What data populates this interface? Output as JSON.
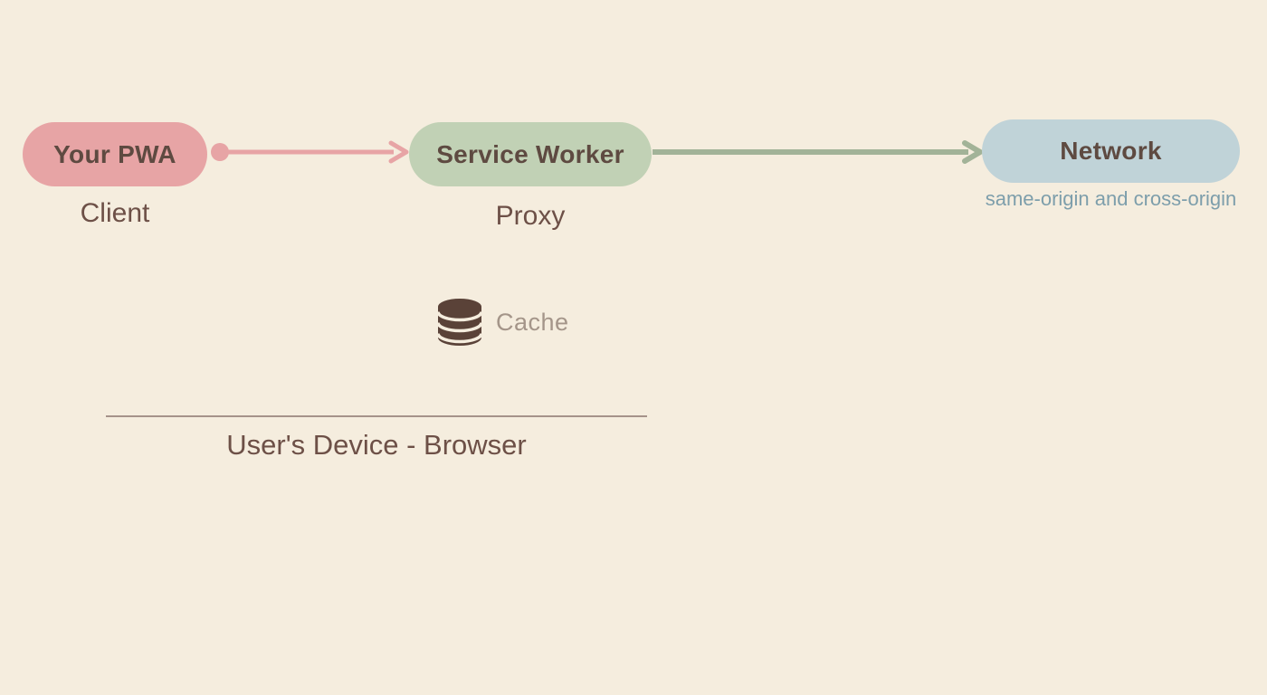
{
  "colors": {
    "background": "#f5edde",
    "pwa_pill": "#e7a4a5",
    "service_worker_pill": "#c1d1b5",
    "network_pill": "#c0d3d8",
    "pink_arrow": "#e7a4a5",
    "green_arrow": "#a2b398",
    "pill_text": "#5e4a41",
    "label_text": "#6d5047",
    "network_subtitle": "#7d9eab",
    "cache_icon": "#5a4238",
    "cache_label": "#a49589",
    "divider": "#a5928a"
  },
  "nodes": {
    "pwa": {
      "label": "Your PWA",
      "sublabel": "Client"
    },
    "service_worker": {
      "label": "Service Worker",
      "sublabel": "Proxy"
    },
    "network": {
      "label": "Network",
      "sublabel": "same-origin and cross-origin"
    }
  },
  "cache": {
    "label": "Cache"
  },
  "device": {
    "label": "User's Device - Browser"
  }
}
